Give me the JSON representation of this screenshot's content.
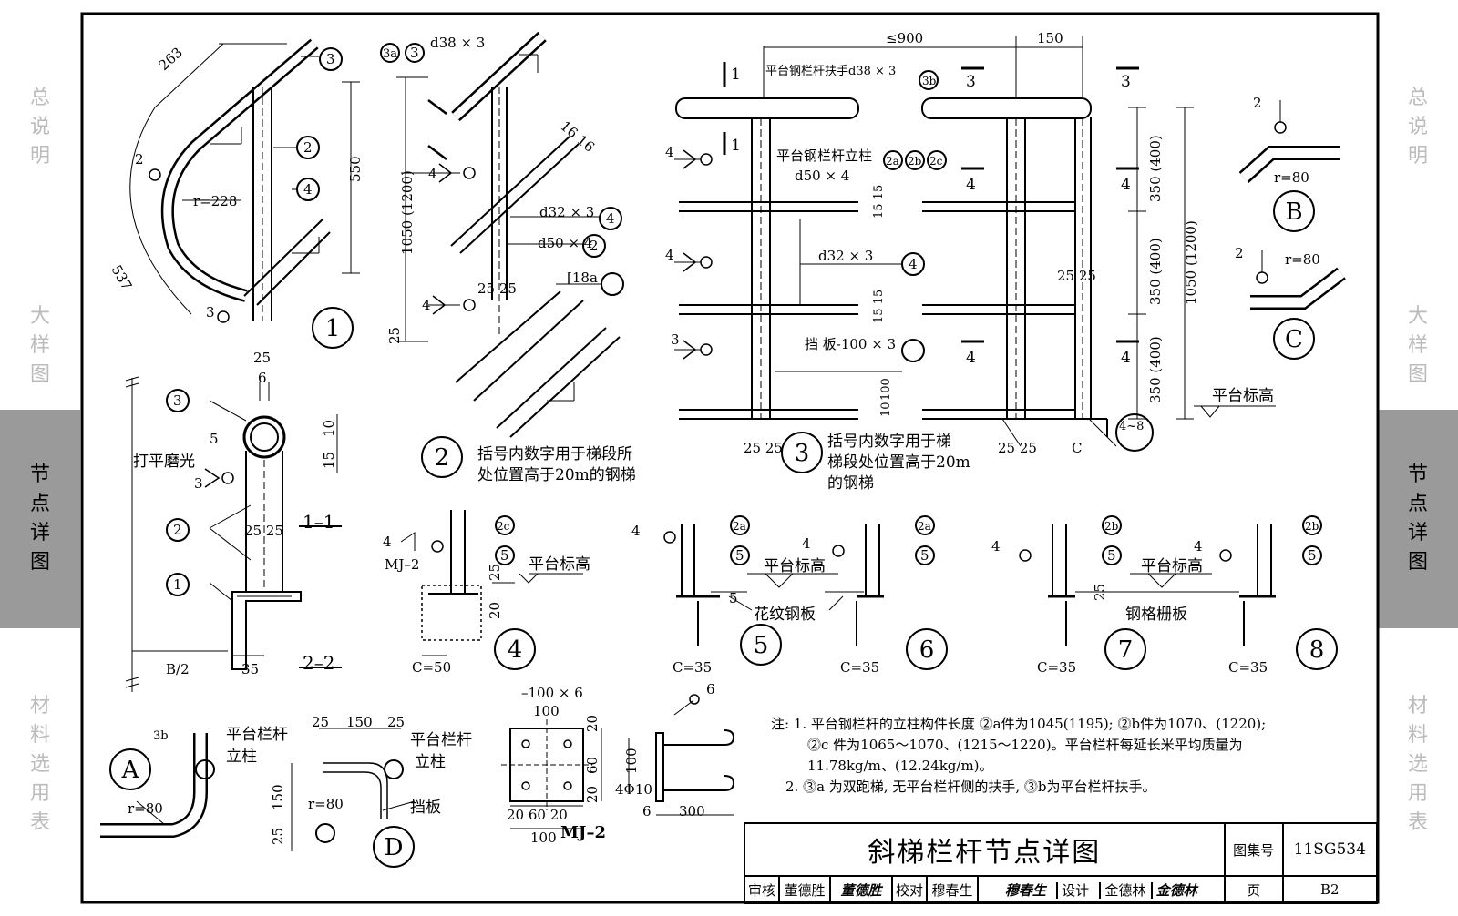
{
  "sidebar_left": [
    {
      "label": "总说明",
      "active": false
    },
    {
      "label": "大样图",
      "active": false
    },
    {
      "label": "节点详图",
      "active": true
    },
    {
      "label": "材料选用表",
      "active": false
    }
  ],
  "sidebar_right": [
    {
      "label": "总说明",
      "active": false
    },
    {
      "label": "大样图",
      "active": false
    },
    {
      "label": "节点详图",
      "active": true
    },
    {
      "label": "材料选用表",
      "active": false
    }
  ],
  "detail_labels": [
    "1",
    "2",
    "3",
    "4",
    "5",
    "6",
    "7",
    "8",
    "A",
    "B",
    "C",
    "D"
  ],
  "drawing_text": {
    "d1_263": "263",
    "d1_550": "550",
    "d1_537": "537",
    "d1_r": "r=228",
    "d1_25": "25",
    "d1_c2": "2",
    "d1_c3": "3",
    "d1_c4": "4",
    "d1_weld2": "2",
    "d1_weld3": "3",
    "d2_3a3": "3a",
    "d2_3": "3",
    "d2_d38": "d38 × 3",
    "d2_1050": "1050 (1200)",
    "d2_d32": "d32 × 3",
    "d2_d50": "d50 × 4",
    "d2_18a": "[18a",
    "d2_2525": "25 25",
    "d2_25": "25",
    "d2_1616": "16 16",
    "d2_weld4": "4",
    "d2_weld4b": "4",
    "d2_note": "括号内数字用于梯段所",
    "d2_note2": "处位置高于20m的钢梯",
    "d3_900": "≤900",
    "d3_150": "150",
    "d3_handrail": "平台钢栏杆扶手d38 × 3",
    "d3_3b": "3b",
    "d3_post": "平台钢栏杆立柱",
    "d3_2a": "2a",
    "d3_2b": "2b",
    "d3_2c": "2c",
    "d3_d50": "d50 × 4",
    "d3_d32": "d32 × 3",
    "d3_plate": "挡  板-100 × 3",
    "d3_350a": "350 (400)",
    "d3_350b": "350 (400)",
    "d3_350c": "350 (400)",
    "d3_1050": "1050 (1200)",
    "d3_elev": "平台标高",
    "d3_1515": "15 15",
    "d3_100": "100",
    "d3_10": "10",
    "d3_2525": "25 25",
    "d3_c": "C",
    "d3_48": "4~8",
    "d3_sec1": "1",
    "d3_sec3": "3",
    "d3_sec4": "4",
    "d3_weld4": "4",
    "d3_weld3": "3",
    "d3_note": "括号内数字用于梯",
    "d3_note2": "梯段处位置高于20m",
    "d3_note3": "的钢梯",
    "s11_6": "6",
    "s11_5": "5",
    "s11_10": "10",
    "s11_15": "15",
    "s11_grind": "打平磨光",
    "s11_2525": "25 25",
    "s11_title": "1–1",
    "s22_title": "2–2",
    "s22_b2": "B/2",
    "s22_35": "35",
    "s11_weld3": "3",
    "d4_mj2": "MJ–2",
    "d4_elev": "平台标高",
    "d4_c50": "C=50",
    "d4_25": "25",
    "d4_20": "20",
    "d5_elev": "平台标高",
    "d5_plate": "花纹钢板",
    "d5_c35": "C=35",
    "d5_5": "5",
    "d6_c35": "C=35",
    "d7_elev": "平台标高",
    "d7_grate": "钢格栅板",
    "d7_c35": "C=35",
    "d7_25": "25",
    "d8_c35": "C=35",
    "dA_3b": "3b",
    "dA_post": "平台栏杆",
    "dA_post2": "立柱",
    "dA_r": "r=80",
    "dD_25": "25",
    "dD_150": "150",
    "dD_post": "平台栏杆",
    "dD_post2": "立柱",
    "dD_r": "r=80",
    "dD_plate": "挡板",
    "dD_v150": "150",
    "dD_v25": "25",
    "mj_plate": "–100 × 6",
    "mj_100": "100",
    "mj_20": "20",
    "mj_60": "60",
    "mj_bottom": "20 60 20",
    "mj_b100": "100",
    "mj_title": "MJ–2",
    "mj_phi": "4Φ10",
    "mj_300": "300",
    "mj_6": "6",
    "mj_v100": "100",
    "dB_r": "r=80",
    "dC_r": "r=80",
    "dB_2": "2",
    "dC_2": "2"
  },
  "notes": [
    "注: 1.  平台钢栏杆的立柱构件长度 ⓶a件为1045(1195); ⓶b件为1070、(1220);",
    "⓶c 件为1065～1070、(1215～1220)。平台栏杆每延长米平均质量为",
    "11.78kg/m、(12.24kg/m)。",
    "2.  ⓷a 为双跑梯, 无平台栏杆侧的扶手, ⓷b为平台栏杆扶手。"
  ],
  "title_block": {
    "title": "斜梯栏杆节点详图",
    "atlas_label": "图集号",
    "atlas_no": "11SG534",
    "review_label": "审核",
    "reviewer": "董德胜",
    "reviewer_sig": "董德胜",
    "check_label": "校对",
    "checker": "穆春生",
    "checker_sig": "穆春生",
    "design_label": "设计",
    "designer": "金德林",
    "designer_sig": "金德林",
    "page_label": "页",
    "page_no": "B2"
  }
}
